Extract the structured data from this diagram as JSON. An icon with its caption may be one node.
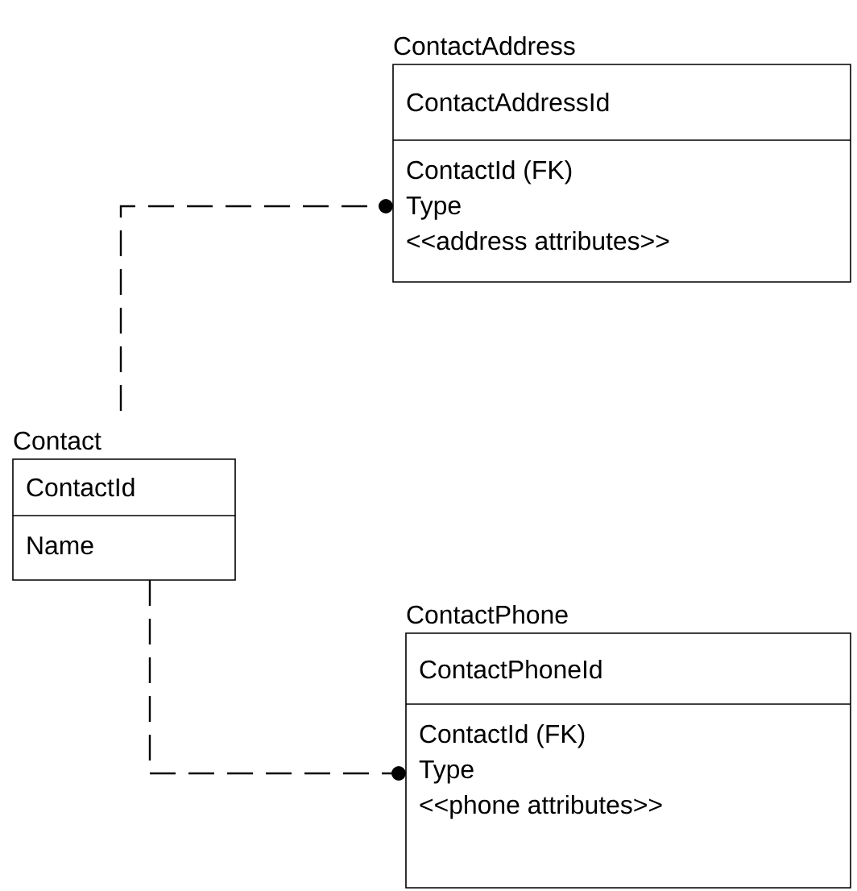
{
  "diagram": {
    "nodes": [
      {
        "text": [
          "Contact",
          "ContactId",
          "Name"
        ]
      },
      {
        "text": [
          "ContactAddress",
          "ContactAddressId",
          "ContactId (FK)",
          "Type",
          "<<address attributes>>"
        ]
      },
      {
        "text": [
          "ContactPhone",
          "ContactPhoneId",
          "ContactId (FK)",
          "Type",
          "<<phone attributes>>"
        ]
      }
    ],
    "edges": [
      {
        "from": 0,
        "to": 1,
        "arrow": "other",
        "style": "dashed"
      },
      {
        "from": 0,
        "to": 2,
        "arrow": "other",
        "style": "dashed"
      }
    ]
  }
}
